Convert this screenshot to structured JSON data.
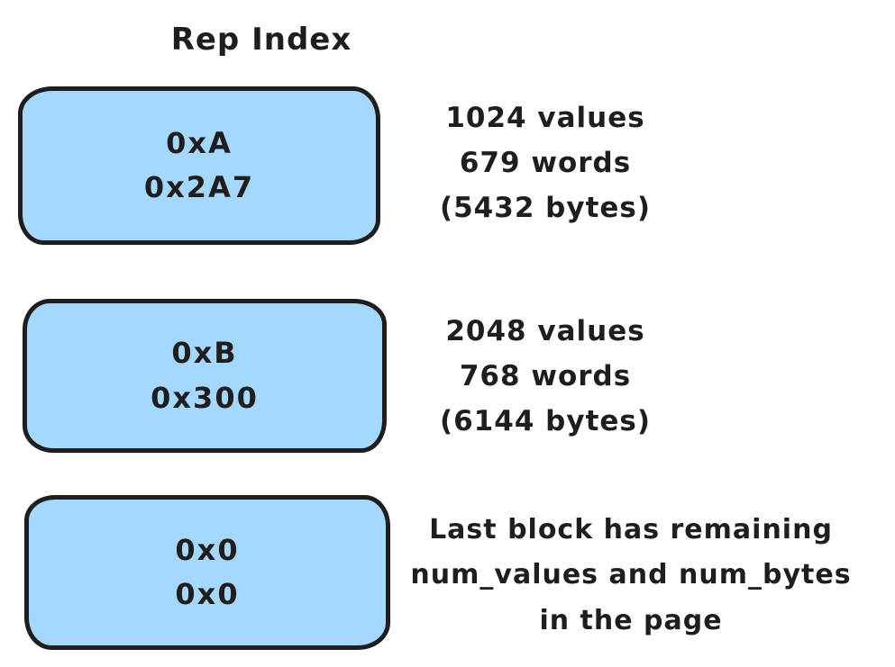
{
  "diagram": {
    "title": "Rep Index",
    "colors": {
      "block_fill": "#a5d8ff",
      "stroke": "#1e1e1e",
      "background": "#ffffff"
    },
    "blocks": [
      {
        "values": {
          "0": "0xA",
          "1": "0x2A7"
        },
        "annotation": {
          "0": "1024 values",
          "1": "679 words",
          "2": "(5432 bytes)"
        }
      },
      {
        "values": {
          "0": "0xB",
          "1": "0x300"
        },
        "annotation": {
          "0": "2048 values",
          "1": "768 words",
          "2": "(6144 bytes)"
        }
      },
      {
        "values": {
          "0": "0x0",
          "1": "0x0"
        },
        "annotation": {
          "0": "Last block has remaining",
          "1": "num_values and num_bytes",
          "2": "in the page"
        }
      }
    ]
  }
}
